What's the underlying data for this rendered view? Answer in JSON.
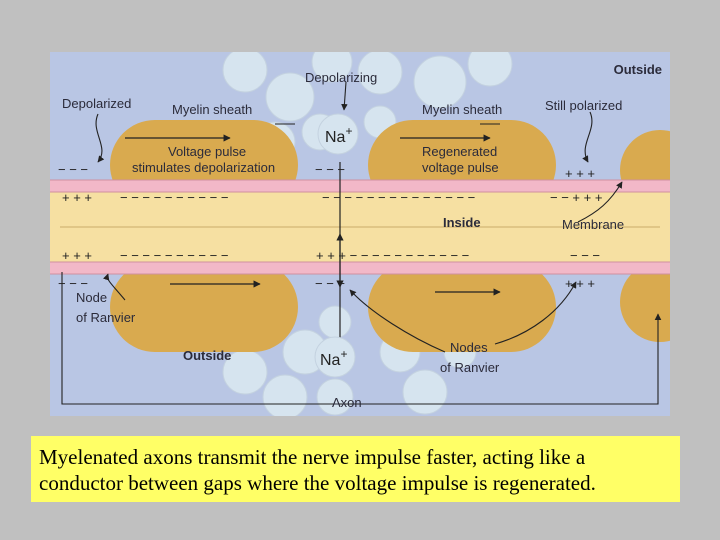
{
  "figure": {
    "labels": {
      "outside_top": "Outside",
      "outside_bottom": "Outside",
      "depolarizing": "Depolarizing",
      "depolarized": "Depolarized",
      "myelin_sheath_left": "Myelin sheath",
      "myelin_sheath_right": "Myelin sheath",
      "still_polarized": "Still polarized",
      "voltage_pulse_line1": "Voltage pulse",
      "voltage_pulse_line2": "stimulates depolarization",
      "regenerated_line1": "Regenerated",
      "regenerated_line2": "voltage pulse",
      "inside": "Inside",
      "membrane": "Membrane",
      "node_ranvier_line1": "Node",
      "node_ranvier_line2": "of Ranvier",
      "nodes_ranvier_line1": "Nodes",
      "nodes_ranvier_line2": "of Ranvier",
      "axon": "Axon",
      "na_top": "Na",
      "na_bottom": "Na",
      "na_charge": "+"
    },
    "colors": {
      "background": "#b9c6e4",
      "myelin": "#d9aa4f",
      "membrane_pink": "#f2b8c8",
      "axoplasm": "#f6e0a2",
      "ion_circle": "#d6e4ef"
    }
  },
  "caption": {
    "text": "Myelenated axons transmit the nerve impulse faster, acting like a conductor between gaps where the voltage impulse is regenerated."
  }
}
